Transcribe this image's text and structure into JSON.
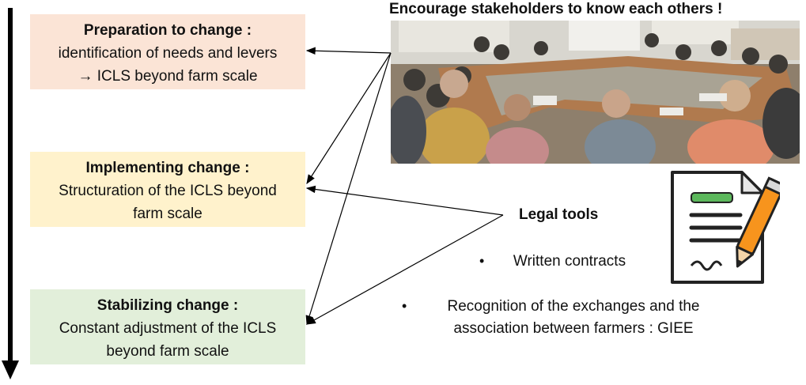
{
  "stages": [
    {
      "title": "Preparation to change :",
      "description": "identification of needs and levers",
      "description2": "→ ICLS beyond farm scale"
    },
    {
      "title": "Implementing change :",
      "description": "Structuration of the ICLS beyond",
      "description2": "farm scale"
    },
    {
      "title": "Stabilizing change :",
      "description": "Constant adjustment of the ICLS",
      "description2": "beyond farm scale"
    }
  ],
  "photo": {
    "caption": "Encourage stakeholders to know each others !"
  },
  "legal_tools": {
    "title": "Legal tools",
    "items": [
      {
        "text": "Written contracts"
      },
      {
        "text": "Recognition of the exchanges and the",
        "text2": "association between farmers : GIEE"
      }
    ],
    "icon": "contract-pen-icon"
  },
  "colors": {
    "preparation": "#fbe4d6",
    "implementing": "#fff2cc",
    "stabilizing": "#e2efda",
    "pen_orange": "#f7941d",
    "doc_green": "#5cb85c"
  }
}
